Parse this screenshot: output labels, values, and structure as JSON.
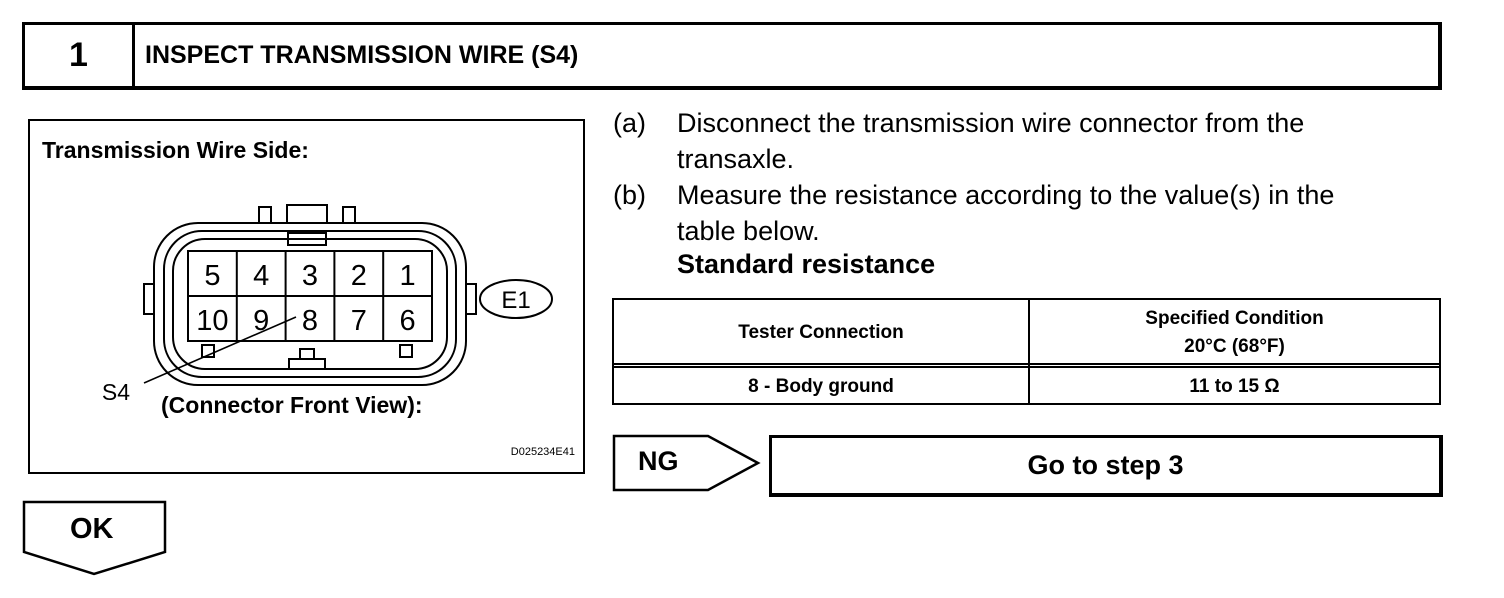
{
  "step": {
    "number": "1",
    "title": "INSPECT TRANSMISSION WIRE (S4)"
  },
  "figure": {
    "caption": "Transmission Wire Side:",
    "pins_top": [
      "5",
      "4",
      "3",
      "2",
      "1"
    ],
    "pins_bottom": [
      "10",
      "9",
      "8",
      "7",
      "6"
    ],
    "connector_id": "E1",
    "wire_label": "S4",
    "view_label": "(Connector Front View):",
    "code": "D025234E41"
  },
  "instructions": [
    {
      "marker": "(a)",
      "lines": [
        "Disconnect the transmission wire connector from the",
        "transaxle."
      ]
    },
    {
      "marker": "(b)",
      "lines": [
        "Measure the resistance according to the value(s) in the",
        "table below."
      ]
    }
  ],
  "standard_heading": "Standard resistance",
  "table": {
    "headers": [
      "Tester Connection",
      "Specified Condition",
      "20°C (68°F)"
    ],
    "rows": [
      {
        "connection": "8 - Body ground",
        "condition": "11 to 15 Ω"
      }
    ]
  },
  "ng": {
    "label": "NG",
    "action": "Go to step 3"
  },
  "ok": {
    "label": "OK"
  }
}
